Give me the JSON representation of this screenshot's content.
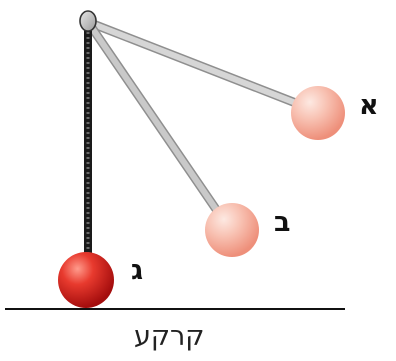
{
  "labels": {
    "ball_a": "א",
    "ball_b": "ב",
    "ball_g": "ג",
    "ground": "קרקע"
  },
  "colors": {
    "light_ball": "#f6b7a6",
    "red_ball": "#d81c1c",
    "taut_string": "#333333",
    "slack_string": "#b8b8b8"
  }
}
